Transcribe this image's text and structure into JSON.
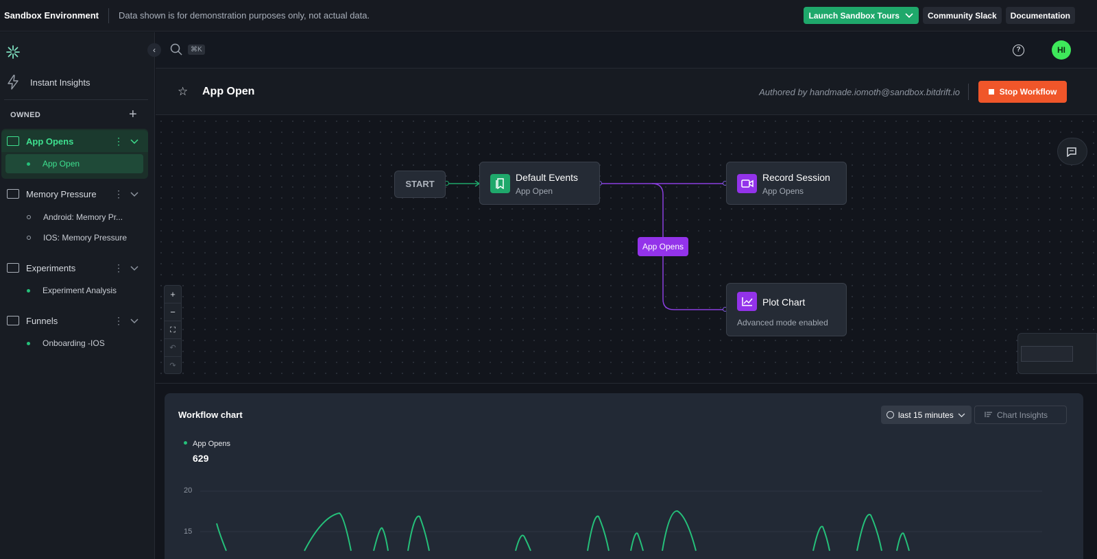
{
  "topbar": {
    "env_title": "Sandbox Environment",
    "env_note": "Data shown is for demonstration purposes only, not actual data.",
    "tours_label": "Launch Sandbox Tours",
    "slack_label": "Community Slack",
    "docs_label": "Documentation",
    "accent": "#1fa86b"
  },
  "sidebar": {
    "instant_insights": "Instant Insights",
    "owned_label": "OWNED",
    "folders": [
      {
        "name": "App Opens",
        "active": true,
        "items": [
          {
            "label": "App Open",
            "selected": true
          }
        ]
      },
      {
        "name": "Memory Pressure",
        "items": [
          {
            "label": "Android: Memory Pr..."
          },
          {
            "label": "IOS: Memory Pressure"
          }
        ]
      },
      {
        "name": "Experiments",
        "items": [
          {
            "label": "Experiment Analysis"
          }
        ]
      },
      {
        "name": "Funnels",
        "items": [
          {
            "label": "Onboarding -IOS"
          }
        ]
      }
    ]
  },
  "header": {
    "search_shortcut": "⌘K",
    "avatar_initials": "HI"
  },
  "workflow": {
    "title": "App Open",
    "authored": "Authored by handmade.iomoth@sandbox.bitdrift.io",
    "stop_label": "Stop Workflow",
    "stop_color": "#f0562a"
  },
  "canvas": {
    "start_label": "START",
    "nodes": [
      {
        "title": "Default Events",
        "subtitle": "App Open",
        "icon": "bookmark-icon"
      },
      {
        "title": "Record Session",
        "subtitle": "App Opens",
        "icon": "video-icon"
      },
      {
        "title": "Plot Chart",
        "subtitle": "Advanced mode enabled",
        "icon": "line-chart-icon"
      }
    ],
    "edge_label": "App Opens",
    "zoom_controls": [
      "+",
      "−",
      "⛶",
      "↶",
      "↷"
    ]
  },
  "chart": {
    "title": "Workflow chart",
    "time_range": "last 15 minutes",
    "insights_label": "Chart Insights",
    "legend_name": "App Opens",
    "legend_total": "629",
    "y_ticks": [
      "20",
      "15"
    ]
  },
  "chart_data": {
    "type": "line",
    "series": [
      {
        "name": "App Opens",
        "color": "#25c07a"
      }
    ],
    "ylim": [
      0,
      20
    ],
    "y_ticks": [
      20,
      15
    ],
    "title": "Workflow chart"
  }
}
